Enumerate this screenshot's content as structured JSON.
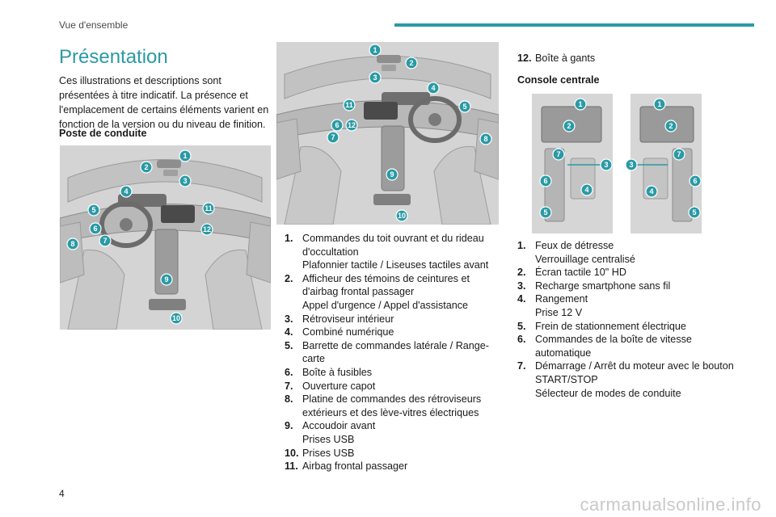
{
  "header": {
    "section": "Vue d'ensemble"
  },
  "page_title": "Présentation",
  "intro_text": "Ces illustrations et descriptions sont présentées à titre indicatif. La présence et l'emplacement de certains éléments varient en fonction de la version ou du niveau de finition.",
  "poste_heading": "Poste de conduite",
  "console_heading": "Console centrale",
  "colors": {
    "accent": "#2a9aa5",
    "figure_bg": "#d6d6d6"
  },
  "fig1_badges": [
    "1",
    "2",
    "3",
    "4",
    "5",
    "6",
    "7",
    "8",
    "9",
    "10",
    "11",
    "12"
  ],
  "fig2_badges": [
    "1",
    "2",
    "3",
    "4",
    "5",
    "6",
    "7",
    "8",
    "9",
    "10",
    "11",
    "12"
  ],
  "fig3_badges": [
    "1",
    "2",
    "3",
    "4",
    "5",
    "6",
    "7",
    "1",
    "2",
    "7",
    "3",
    "6",
    "4",
    "5"
  ],
  "poste_items": [
    {
      "num": "1.",
      "lines": [
        "Commandes du toit ouvrant et du rideau d'occultation",
        "Plafonnier tactile / Liseuses tactiles avant"
      ]
    },
    {
      "num": "2.",
      "lines": [
        "Afficheur des témoins de ceintures et d'airbag frontal passager",
        "Appel d'urgence / Appel d'assistance"
      ]
    },
    {
      "num": "3.",
      "lines": [
        "Rétroviseur intérieur"
      ]
    },
    {
      "num": "4.",
      "lines": [
        "Combiné numérique"
      ]
    },
    {
      "num": "5.",
      "lines": [
        "Barrette de commandes latérale / Range-carte"
      ]
    },
    {
      "num": "6.",
      "lines": [
        "Boîte à fusibles"
      ]
    },
    {
      "num": "7.",
      "lines": [
        "Ouverture capot"
      ]
    },
    {
      "num": "8.",
      "lines": [
        "Platine de commandes des rétroviseurs extérieurs et des lève-vitres électriques"
      ]
    },
    {
      "num": "9.",
      "lines": [
        "Accoudoir avant",
        "Prises USB"
      ]
    },
    {
      "num": "10.",
      "lines": [
        "Prises USB"
      ]
    },
    {
      "num": "11.",
      "lines": [
        "Airbag frontal passager"
      ]
    }
  ],
  "item_12": {
    "num": "12.",
    "text": "Boîte à gants"
  },
  "console_items": [
    {
      "num": "1.",
      "lines": [
        "Feux de détresse",
        "Verrouillage centralisé"
      ]
    },
    {
      "num": "2.",
      "lines": [
        "Écran tactile 10\" HD"
      ]
    },
    {
      "num": "3.",
      "lines": [
        "Recharge smartphone sans fil"
      ]
    },
    {
      "num": "4.",
      "lines": [
        "Rangement",
        "Prise 12 V"
      ]
    },
    {
      "num": "5.",
      "lines": [
        "Frein de stationnement électrique"
      ]
    },
    {
      "num": "6.",
      "lines": [
        "Commandes de la boîte de vitesse automatique"
      ]
    },
    {
      "num": "7.",
      "lines": [
        "Démarrage / Arrêt du moteur avec le bouton START/STOP",
        "Sélecteur de modes de conduite"
      ]
    }
  ],
  "page_number": "4",
  "watermark": "carmanualsonline.info"
}
